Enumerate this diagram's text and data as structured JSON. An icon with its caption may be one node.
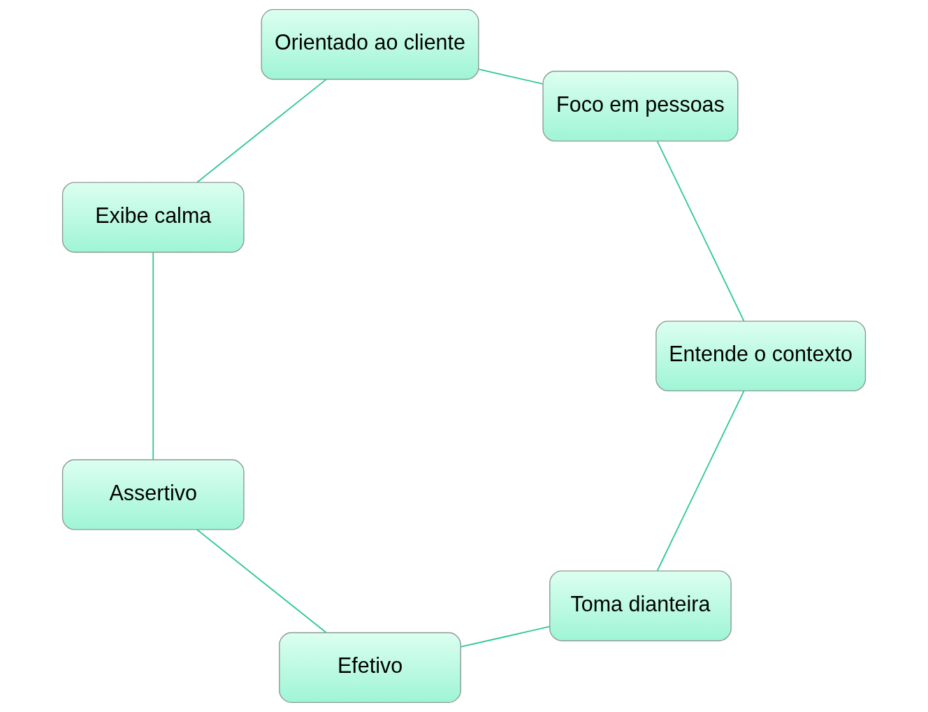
{
  "diagram": {
    "nodes": [
      {
        "text": [
          "Toma dianteira"
        ]
      },
      {
        "text": [
          "Entende o contexto"
        ]
      },
      {
        "text": [
          "Efetivo"
        ]
      },
      {
        "text": [
          "Foco em pessoas"
        ]
      },
      {
        "text": [
          "Assertivo"
        ]
      },
      {
        "text": [
          "Orientado ao cliente"
        ]
      },
      {
        "text": [
          "Exibe calma"
        ]
      }
    ],
    "edges": [
      {
        "from": 0,
        "to": 2,
        "arrow": "none"
      },
      {
        "from": 2,
        "to": 4,
        "arrow": "none"
      },
      {
        "from": 4,
        "to": 6,
        "arrow": "none"
      },
      {
        "from": 6,
        "to": 5,
        "arrow": "none"
      },
      {
        "from": 5,
        "to": 3,
        "arrow": "none"
      },
      {
        "from": 3,
        "to": 1,
        "arrow": "none"
      },
      {
        "from": 1,
        "to": 0,
        "arrow": "none"
      }
    ]
  }
}
